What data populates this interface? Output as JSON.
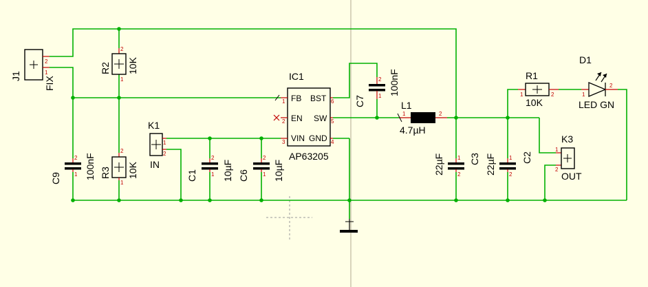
{
  "colors": {
    "background": "#ffffe6",
    "wire": "#00b000",
    "body": "#000000",
    "pin": "#c00000",
    "guide": "#b0a890"
  },
  "components": {
    "j1": {
      "ref": "J1",
      "value": "FIX",
      "pins": [
        "2",
        "1"
      ]
    },
    "r2": {
      "ref": "R2",
      "value": "10K",
      "pins": [
        "2",
        "1"
      ]
    },
    "r3": {
      "ref": "R3",
      "value": "10K",
      "pins": [
        "2",
        "1"
      ]
    },
    "c9": {
      "ref": "C9",
      "value": "100nF",
      "pins": [
        "2",
        "1"
      ]
    },
    "k1": {
      "ref": "K1",
      "value": "IN",
      "pins": [
        "1",
        "2"
      ]
    },
    "c1": {
      "ref": "C1",
      "value": "10µF",
      "pins": [
        "2",
        "1"
      ]
    },
    "c6": {
      "ref": "C6",
      "value": "10µF",
      "pins": [
        "2",
        "1"
      ]
    },
    "ic1": {
      "ref": "IC1",
      "value": "AP63205",
      "pin_labels": {
        "fb": "FB",
        "en": "EN",
        "vin": "VIN",
        "bst": "BST",
        "sw": "SW",
        "gnd": "GND"
      },
      "pin_numbers": {
        "fb": "1",
        "en": "2",
        "vin": "3",
        "bst": "6",
        "sw": "5",
        "gnd": "4"
      }
    },
    "c7": {
      "ref": "C7",
      "value": "100nF",
      "pins": [
        "2",
        "1"
      ]
    },
    "l1": {
      "ref": "L1",
      "value": "4.7µH",
      "pins": [
        "1",
        "2"
      ]
    },
    "c3": {
      "ref": "C3",
      "value": "22µF",
      "pins": [
        "1",
        "2"
      ]
    },
    "c2": {
      "ref": "C2",
      "value": "22µF",
      "pins": [
        "1",
        "2"
      ]
    },
    "r1": {
      "ref": "R1",
      "value": "10K",
      "pins": [
        "1",
        "2"
      ]
    },
    "d1": {
      "ref": "D1",
      "value": "LED GN",
      "pins": [
        "1",
        "2"
      ]
    },
    "k3": {
      "ref": "K3",
      "value": "OUT",
      "pins": [
        "1",
        "2"
      ]
    }
  }
}
